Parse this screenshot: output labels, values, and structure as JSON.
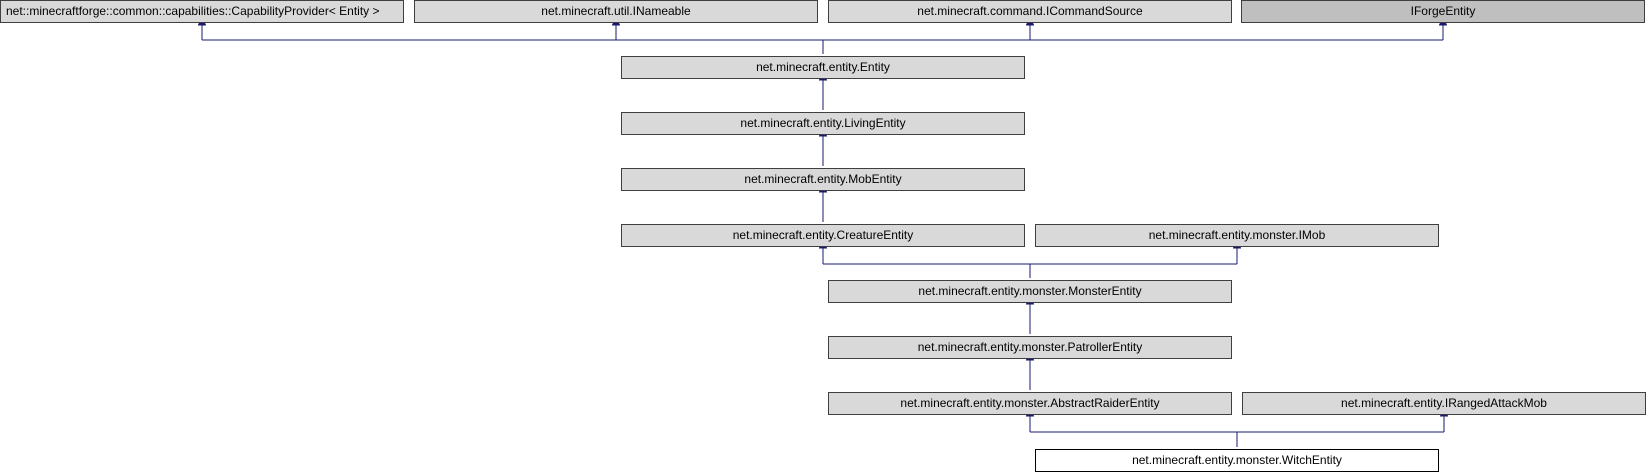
{
  "diagram": {
    "nodes": {
      "capability_provider": "net::minecraftforge::common::capabilities::CapabilityProvider< Entity >",
      "inameable": "net.minecraft.util.INameable",
      "icommand_source": "net.minecraft.command.ICommandSource",
      "iforge_entity": "IForgeEntity",
      "entity": "net.minecraft.entity.Entity",
      "living_entity": "net.minecraft.entity.LivingEntity",
      "mob_entity": "net.minecraft.entity.MobEntity",
      "creature_entity": "net.minecraft.entity.CreatureEntity",
      "imob": "net.minecraft.entity.monster.IMob",
      "monster_entity": "net.minecraft.entity.monster.MonsterEntity",
      "patroller_entity": "net.minecraft.entity.monster.PatrollerEntity",
      "abstract_raider_entity": "net.minecraft.entity.monster.AbstractRaiderEntity",
      "iranged_attack_mob": "net.minecraft.entity.IRangedAttackMob",
      "witch_entity": "net.minecraft.entity.monster.WitchEntity"
    },
    "colors": {
      "edge": "#191970",
      "node_fill": "#d9d9d9",
      "external_fill": "#bfbfbf",
      "current_fill": "#ffffff",
      "node_border": "#3f3f3f"
    }
  }
}
